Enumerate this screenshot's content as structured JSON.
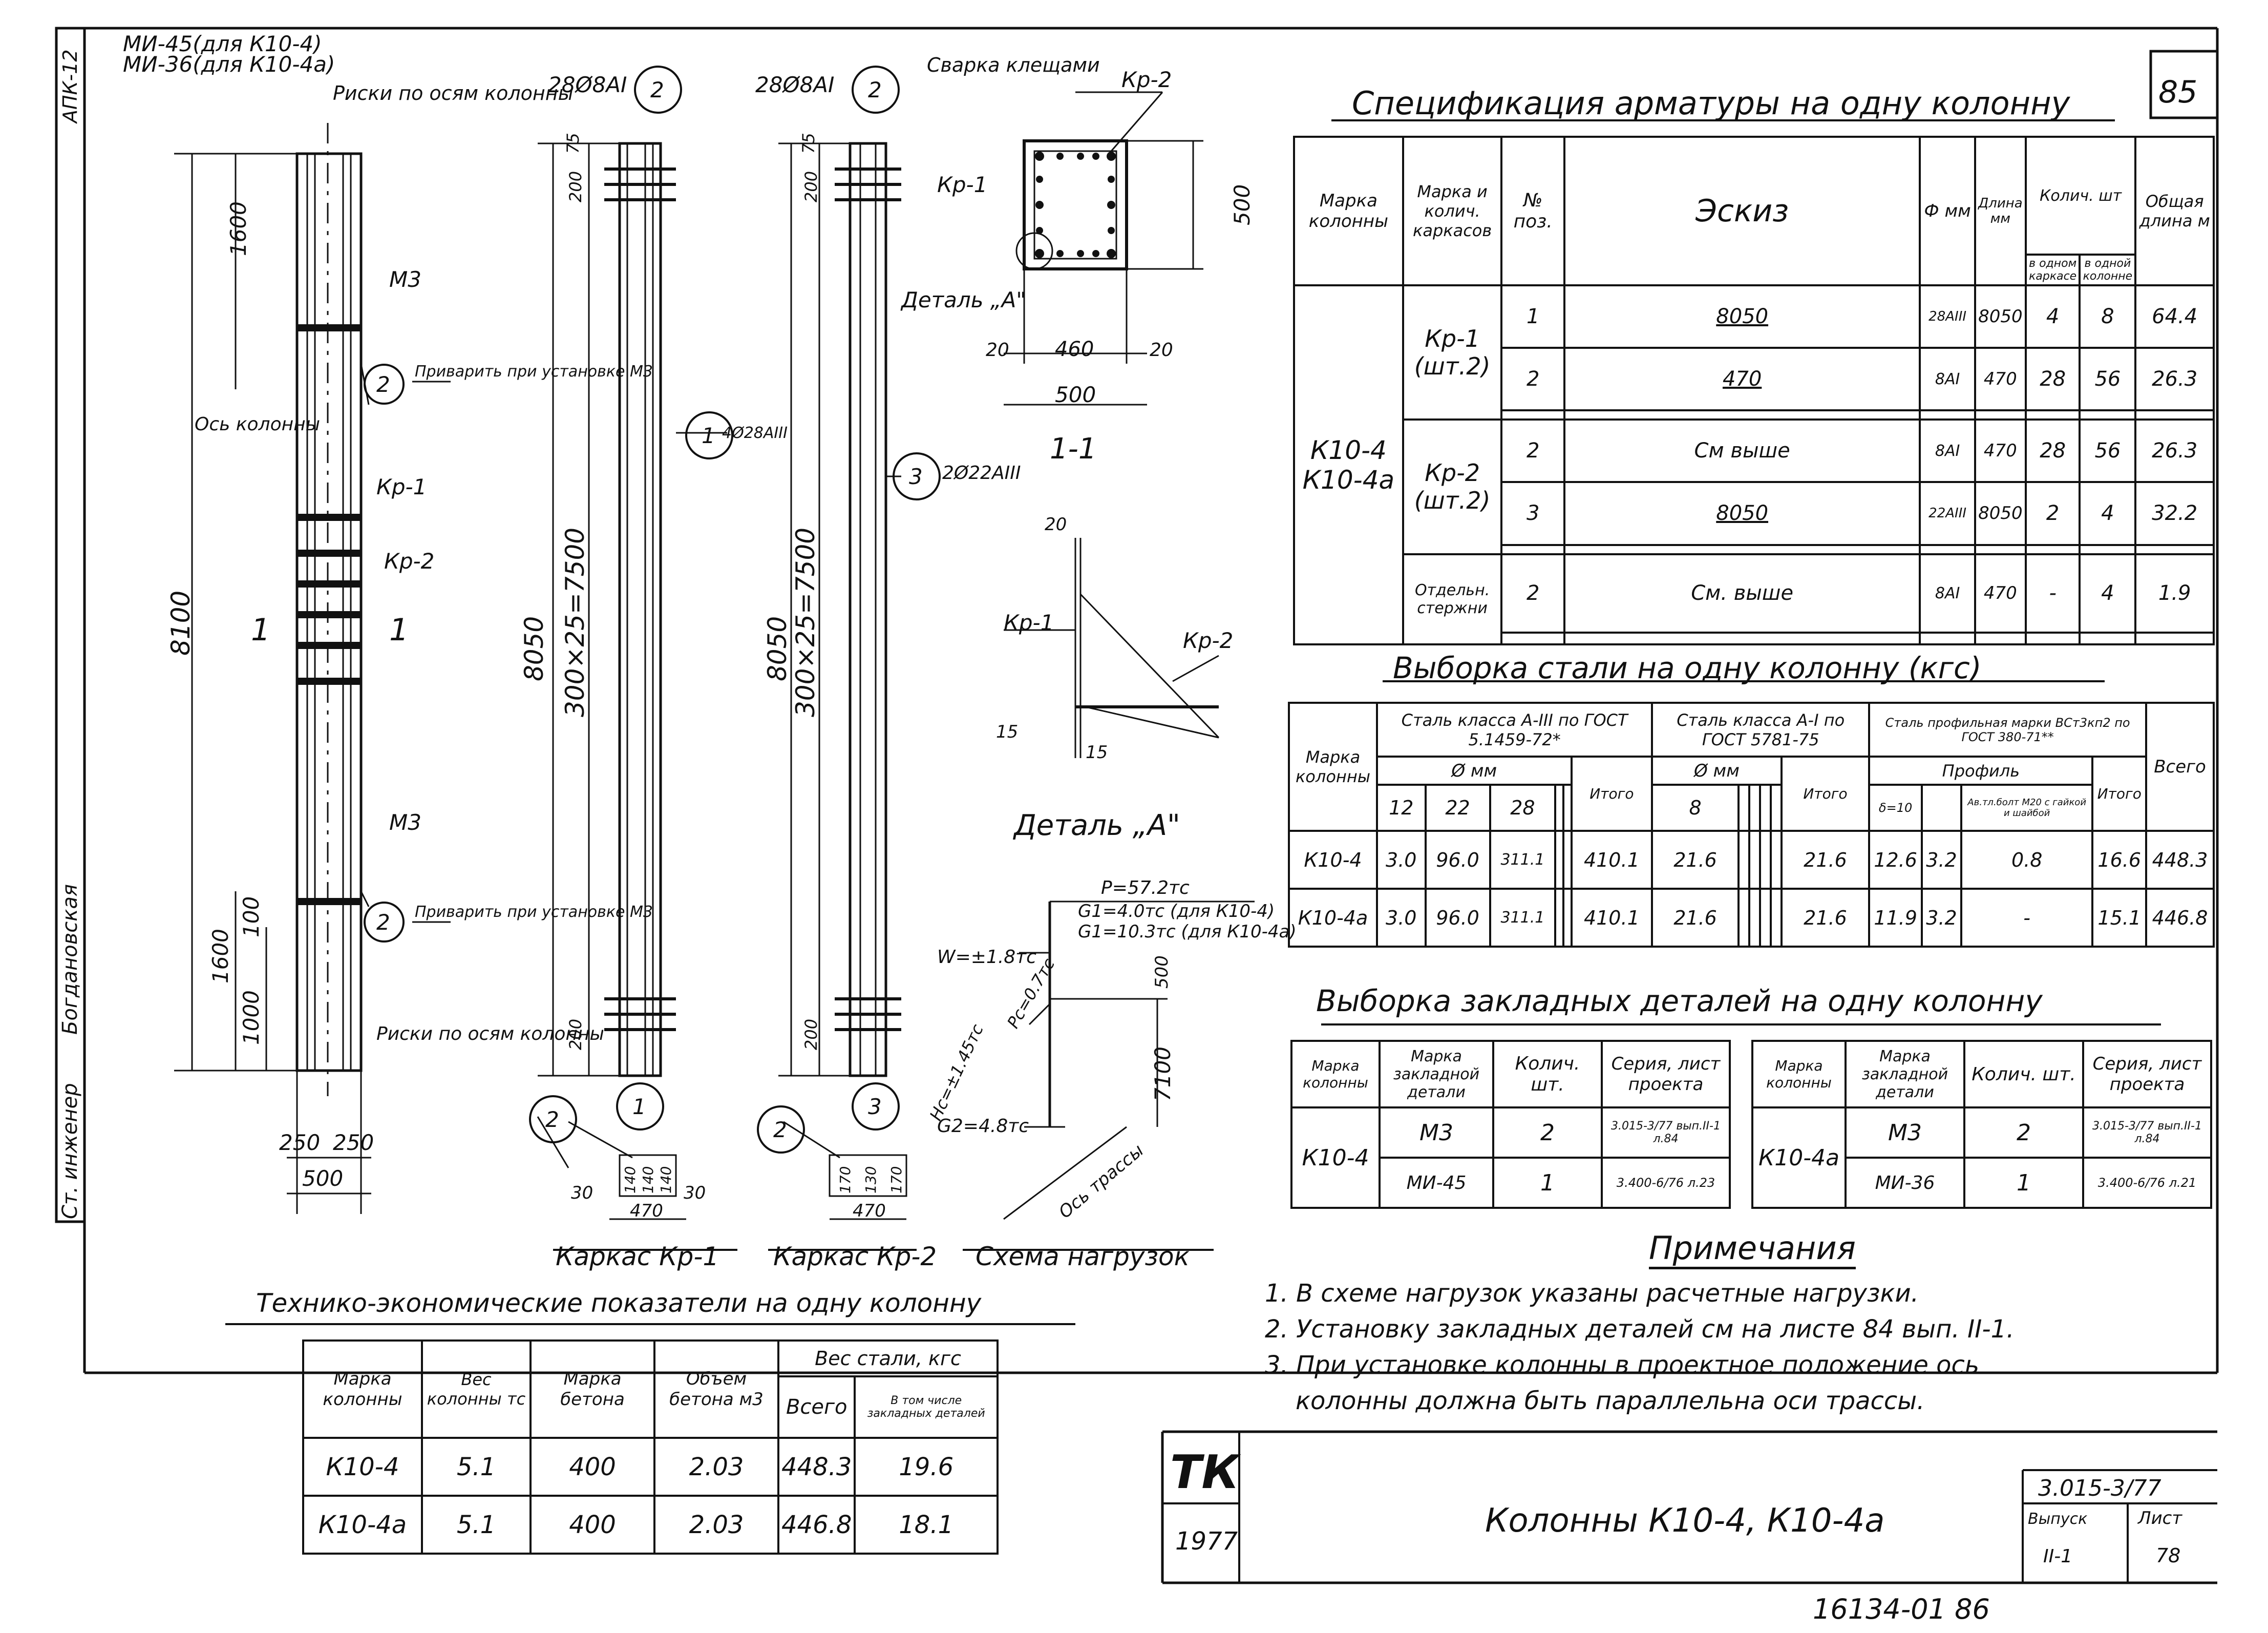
{
  "page_number": "85",
  "side_stamp": {
    "code": "АПК-12",
    "role": "Ст. инженер",
    "name": "Богдановская"
  },
  "spec": {
    "title": "Спецификация арматуры на одну колонну",
    "headers": {
      "mark_col": "Марка колонны",
      "mark_frames": "Марка и колич. каркасов",
      "pos": "№ поз.",
      "sketch": "Эскиз",
      "phi": "Ф мм",
      "len": "Длина мм",
      "qty": "Колич. шт",
      "qty_one": "в одном каркасе",
      "qty_col": "в одной колонне",
      "total": "Общая длина м"
    },
    "column_mark": "К10-4 К10-4а",
    "groups": [
      {
        "label": "Кр-1 (шт.2)",
        "rows": [
          {
            "pos": "1",
            "sketch": "8050",
            "phi": "28АIII",
            "len": "8050",
            "q1": "4",
            "q2": "8",
            "total": "64.4"
          },
          {
            "pos": "2",
            "sketch": "470",
            "phi": "8АI",
            "len": "470",
            "q1": "28",
            "q2": "56",
            "total": "26.3"
          }
        ]
      },
      {
        "label": "Кр-2 (шт.2)",
        "rows": [
          {
            "pos": "2",
            "sketch": "См выше",
            "phi": "8АI",
            "len": "470",
            "q1": "28",
            "q2": "56",
            "total": "26.3"
          },
          {
            "pos": "3",
            "sketch": "8050",
            "phi": "22АIII",
            "len": "8050",
            "q1": "2",
            "q2": "4",
            "total": "32.2"
          }
        ]
      },
      {
        "label": "Отдельн. стержни",
        "rows": [
          {
            "pos": "2",
            "sketch": "См. выше",
            "phi": "8АI",
            "len": "470",
            "q1": "-",
            "q2": "4",
            "total": "1.9"
          }
        ]
      }
    ]
  },
  "steel": {
    "title": "Выборка стали на одну колонну (кгс)",
    "headers": {
      "mark": "Марка колонны",
      "a3": "Сталь класса А-III по ГОСТ 5.1459-72*",
      "a1": "Сталь класса А-I по ГОСТ 5781-75",
      "prof": "Сталь профильная марки ВСт3кп2 по ГОСТ 380-71**",
      "dmm": "Ø мм",
      "profile": "Профиль",
      "itogo": "Итого",
      "vsego": "Всего",
      "d12": "12",
      "d22": "22",
      "d28": "28",
      "d8": "8",
      "s10": "δ=10",
      "bolts": "Ав.тл.болт М20 с гайкой и шайбой"
    },
    "rows": [
      {
        "mark": "К10-4",
        "d12": "3.0",
        "d22": "96.0",
        "d28": "311.1",
        "it1": "410.1",
        "d8": "21.6",
        "it2": "21.6",
        "s10": "12.6",
        "p": "3.2",
        "b": "0.8",
        "it3": "16.6",
        "all": "448.3"
      },
      {
        "mark": "К10-4а",
        "d12": "3.0",
        "d22": "96.0",
        "d28": "311.1",
        "it1": "410.1",
        "d8": "21.6",
        "it2": "21.6",
        "s10": "11.9",
        "p": "3.2",
        "b": "-",
        "it3": "15.1",
        "all": "446.8"
      }
    ]
  },
  "embedded": {
    "title": "Выборка закладных деталей на одну колонну",
    "headers": {
      "mark": "Марка колонны",
      "detail": "Марка закладной детали",
      "qty": "Колич. шт.",
      "series": "Серия, лист проекта"
    },
    "left": {
      "col": "К10-4",
      "rows": [
        {
          "detail": "М3",
          "qty": "2",
          "series": "3.015-3/77 вып.II-1 л.84"
        },
        {
          "detail": "МИ-45",
          "qty": "1",
          "series": "3.400-6/76 л.23"
        }
      ]
    },
    "right": {
      "col": "К10-4а",
      "rows": [
        {
          "detail": "М3",
          "qty": "2",
          "series": "3.015-3/77 вып.II-1 л.84"
        },
        {
          "detail": "МИ-36",
          "qty": "1",
          "series": "3.400-6/76 л.21"
        }
      ]
    }
  },
  "notes": {
    "title": "Примечания",
    "items": [
      "1. В схеме нагрузок указаны расчетные нагрузки.",
      "2. Установку закладных деталей см на листе 84 вып. II-1.",
      "3. При установке колонны в проектное положение ось",
      "колонны должна быть параллельна оси трассы."
    ]
  },
  "tech": {
    "title": "Технико-экономические показатели на одну колонну",
    "headers": {
      "mark": "Марка колонны",
      "weight": "Вес колонны тс",
      "concrete": "Марка бетона",
      "volume": "Объем бетона м3",
      "steel": "Вес стали, кгс",
      "all": "Всего",
      "incl": "В том числе закладных деталей"
    },
    "rows": [
      {
        "mark": "К10-4",
        "weight": "5.1",
        "concrete": "400",
        "volume": "2.03",
        "all": "448.3",
        "incl": "19.6"
      },
      {
        "mark": "К10-4а",
        "weight": "5.1",
        "concrete": "400",
        "volume": "2.03",
        "all": "446.8",
        "incl": "18.1"
      }
    ]
  },
  "title_block": {
    "logo": "ТК",
    "year": "1977",
    "title": "Колонны К10-4, К10-4а",
    "series": "3.015-3/77",
    "issue_label": "Выпуск",
    "issue": "II-1",
    "sheet_label": "Лист",
    "sheet": "78"
  },
  "footer_code": "16134-01  86",
  "drawing": {
    "top_labels": [
      "МИ-45(для К10-4)",
      "МИ-36(для К10-4а)",
      "Риски по осям колонны",
      "28Ø8АI",
      "Сварка клещами",
      "Кр-2",
      "Кр-1",
      "Деталь „А\""
    ],
    "dims": [
      "1600",
      "8100",
      "1600",
      "1000",
      "100",
      "250",
      "250",
      "500",
      "75",
      "200",
      "8050",
      "300×25=7500",
      "500",
      "20",
      "460",
      "20",
      "500",
      "15",
      "15",
      "7100",
      "500",
      "140",
      "140",
      "140",
      "470",
      "30",
      "30",
      "170",
      "130",
      "170",
      "470"
    ],
    "labels": [
      "М3",
      "Приварить при установке М3",
      "Ось колонны",
      "Кр-1",
      "Кр-2",
      "1",
      "1",
      "М3",
      "Приварить при установке М3",
      "Риски по осям колонны",
      "4Ø28АIII",
      "2Ø22АIII",
      "1-1",
      "Деталь „А\""
    ],
    "circles": [
      "2",
      "1",
      "2",
      "3",
      "2",
      "2",
      "1",
      "2",
      "3"
    ],
    "captions": [
      "Каркас Кр-1",
      "Каркас Кр-2",
      "Схема нагрузок"
    ],
    "loads": [
      "P=57.2тс",
      "G1=4.0тс (для К10-4)",
      "G1=10.3тс (для К10-4а)",
      "W=±1.8тс",
      "Hc=±1.45тс",
      "Pc=0.7тс",
      "G2=4.8тс",
      "Ось трассы"
    ]
  }
}
